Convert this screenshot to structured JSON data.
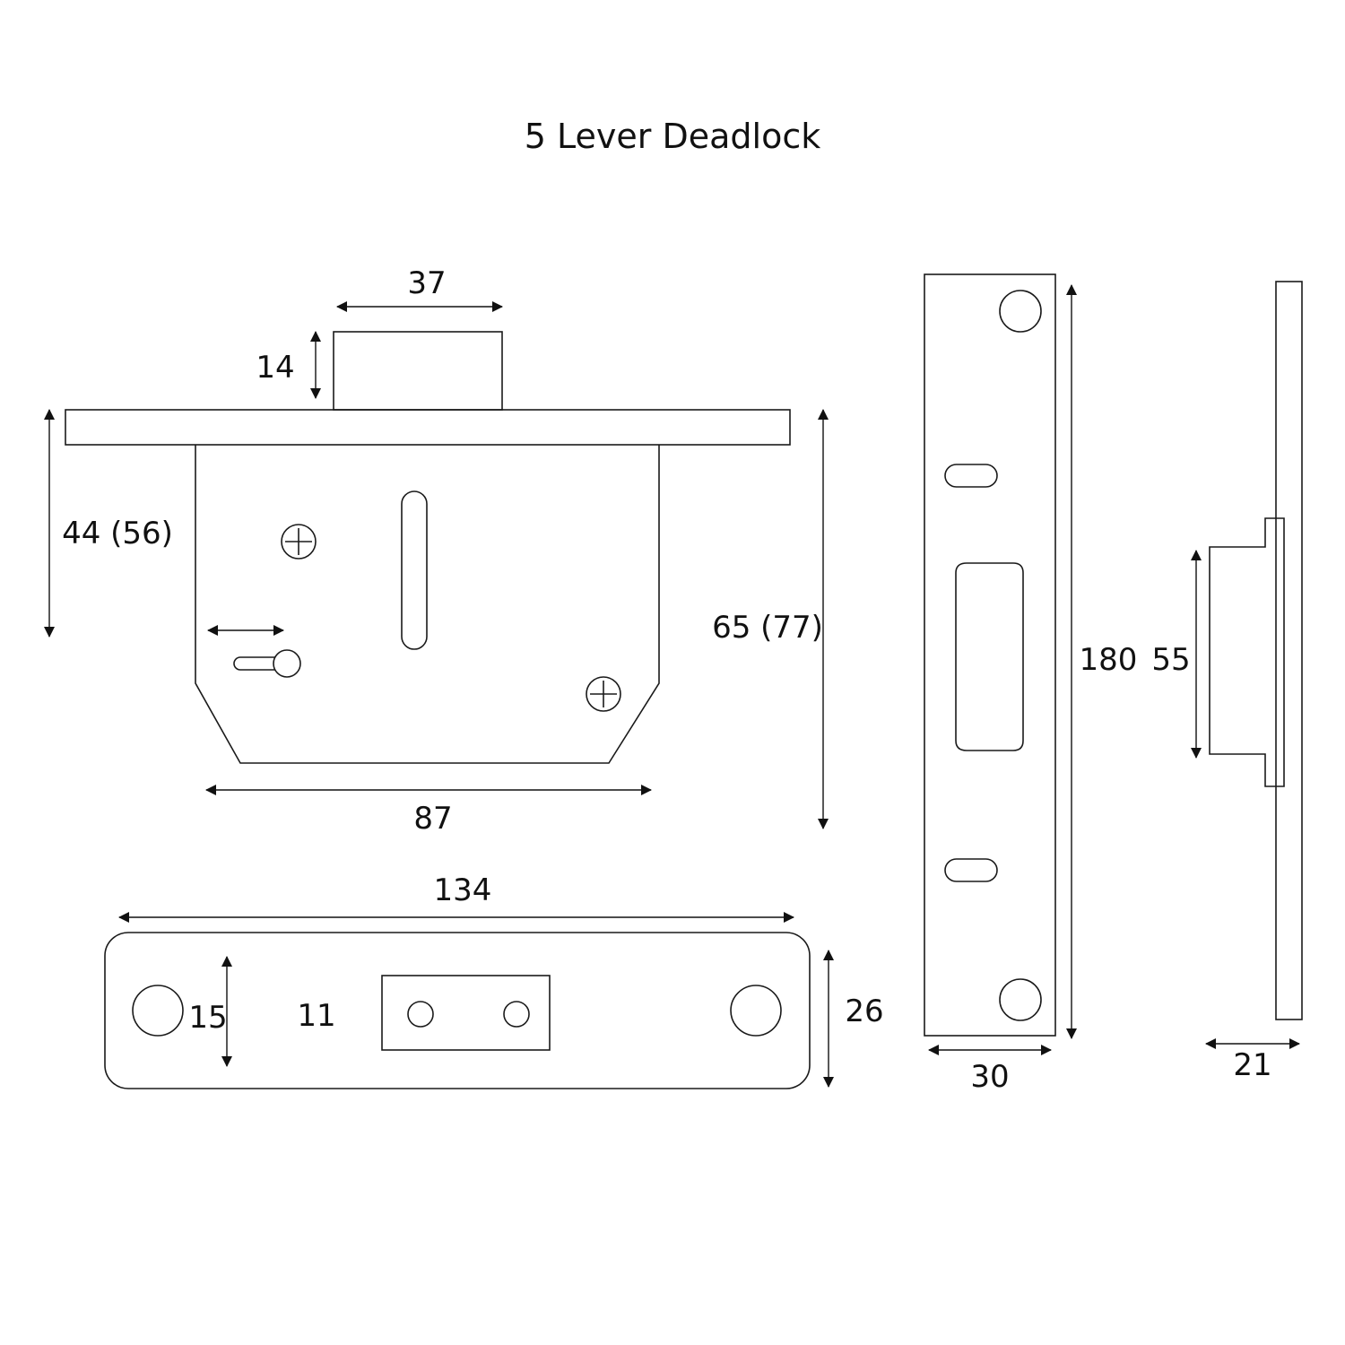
{
  "title": "5 Lever Deadlock",
  "lock_case": {
    "bolt_width": "37",
    "bolt_throw": "14",
    "backset": "44 (56)",
    "case_height": "65 (77)",
    "case_depth": "87"
  },
  "strike_plate": {
    "length": "134",
    "height": "26",
    "hole_spacing": "15",
    "bolt_recess_depth": "11"
  },
  "forend": {
    "length": "180",
    "width": "30"
  },
  "side_profile": {
    "case_height": "55",
    "thickness": "21"
  }
}
